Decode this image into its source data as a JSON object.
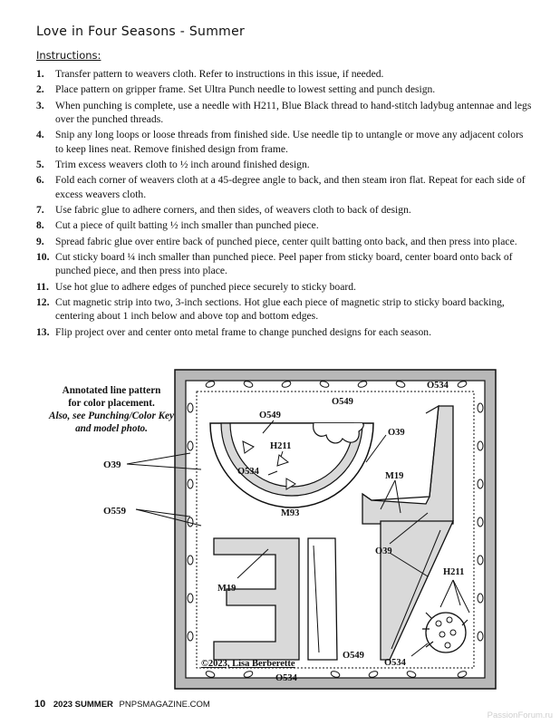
{
  "title": "Love in Four Seasons - Summer",
  "instructions_heading": "Instructions:",
  "steps": [
    {
      "num": "1.",
      "text": "Transfer pattern to weavers cloth. Refer to instructions in this issue, if needed."
    },
    {
      "num": "2.",
      "text": "Place pattern on gripper frame. Set Ultra Punch needle to lowest setting and punch design."
    },
    {
      "num": "3.",
      "text": "When punching is complete, use a needle with H211, Blue Black thread to hand-stitch ladybug antennae and legs over the punched threads."
    },
    {
      "num": "4.",
      "text": "Snip any long loops or loose threads from finished side. Use needle tip to untangle or move any adjacent colors to keep lines neat. Remove finished design from frame."
    },
    {
      "num": "5.",
      "text": "Trim excess weavers cloth to ½ inch around finished design."
    },
    {
      "num": "6.",
      "text": "Fold each corner of weavers cloth at a 45-degree angle to back, and then steam iron flat. Repeat for each side of excess weavers cloth."
    },
    {
      "num": "7.",
      "text": "Use fabric glue to adhere corners, and then sides, of weavers cloth to back of design."
    },
    {
      "num": "8.",
      "text": "Cut a piece of quilt batting ½ inch smaller than punched piece."
    },
    {
      "num": "9.",
      "text": "Spread fabric glue over entire back of punched piece, center quilt batting onto back, and then press into place."
    },
    {
      "num": "10.",
      "text": "Cut sticky board ¼ inch smaller than punched piece. Peel paper from sticky board, center board onto back of punched piece, and then press into place."
    },
    {
      "num": "11.",
      "text": "Use hot glue to adhere edges of punched piece securely to sticky board."
    },
    {
      "num": "12.",
      "text": "Cut magnetic strip into two, 3-inch sections. Hot glue each piece of magnetic strip to sticky board backing, centering about 1 inch below and above top and bottom edges."
    },
    {
      "num": "13.",
      "text": "Flip project over and center onto metal frame to change punched designs for each season."
    }
  ],
  "annotation_note": {
    "line1": "Annotated line pattern",
    "line2": "for color placement.",
    "line3": "Also, see Punching/Color Key",
    "line4": "and model photo."
  },
  "pattern_labels": {
    "o534_top": "O534",
    "o549_top": "O549",
    "o549_melon": "O549",
    "h211_melon": "H211",
    "o534_melon": "O534",
    "o39_right": "O39",
    "m19_right": "M19",
    "m93": "M93",
    "o39_mid": "O39",
    "m19_left": "M19",
    "h211_bug": "H211",
    "o549_bottom": "O549",
    "o534_bottom_right": "O534",
    "o534_bottom": "O534",
    "copyright": "©2023, Lisa Berberette",
    "side_o39": "O39",
    "side_o559": "O559"
  },
  "footer": {
    "page": "10",
    "issue": "2023 SUMMER",
    "site": "PNPSMAGAZINE.COM"
  },
  "watermark": "PassionForum.ru",
  "colors": {
    "frame_gray": "#b8b8b8",
    "line": "#111111",
    "letter_fill": "#d9d9d9"
  }
}
